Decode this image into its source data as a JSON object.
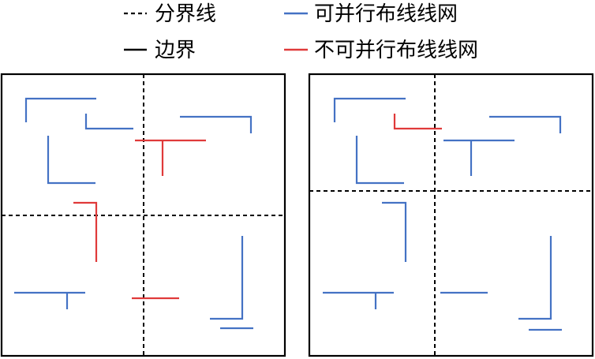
{
  "colors": {
    "routable": "#4472c4",
    "non_routable": "#e03a3a",
    "frame": "#000000"
  },
  "legend": {
    "partition_line": "分界线",
    "boundary": "边界",
    "routable_net": "可并行布线线网",
    "non_routable_net": "不可并行布线线网"
  }
}
